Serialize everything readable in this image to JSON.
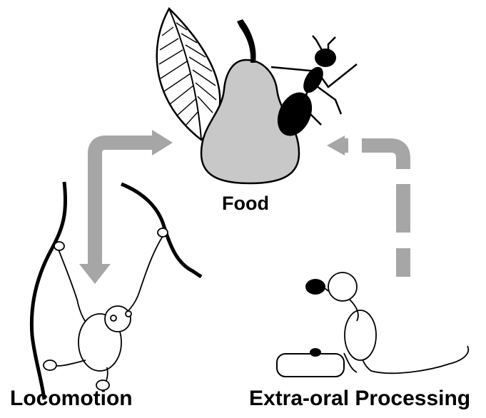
{
  "labels": {
    "food": "Food",
    "locomotion": "Locomotion",
    "extra_oral_processing": "Extra-oral Processing"
  },
  "colors": {
    "arrow": "#a6a6a6",
    "pear": "#c8c8c8",
    "ink": "#000000",
    "outline_fill": "#ffffff"
  },
  "icons": [
    "leaf-icon",
    "pear-icon",
    "ant-icon",
    "hanging-monkey-icon",
    "crouching-monkey-icon",
    "stone-icon",
    "log-icon"
  ]
}
